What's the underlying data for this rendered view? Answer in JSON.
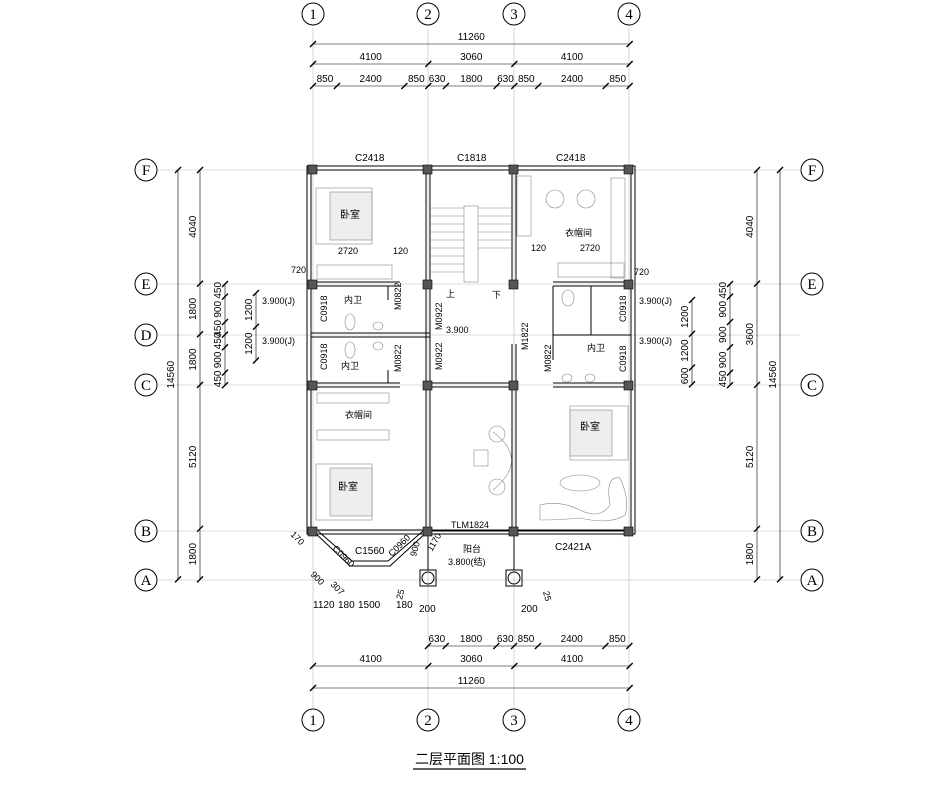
{
  "title": "二层平面图 1:100",
  "axes": {
    "cols": [
      "1",
      "2",
      "3",
      "4"
    ],
    "rows": [
      "F",
      "E",
      "D",
      "C",
      "B",
      "A"
    ]
  },
  "dims": {
    "top_total": [
      11260
    ],
    "top_axes": [
      4100,
      3060,
      4100
    ],
    "top_detail": [
      850,
      2400,
      850,
      630,
      1800,
      630,
      850,
      2400,
      850
    ],
    "bottom_detail": [
      630,
      1800,
      630,
      850,
      2400,
      850
    ],
    "bottom_axes": [
      4100,
      3060,
      4100
    ],
    "bottom_total": [
      11260
    ],
    "left_total": [
      14560
    ],
    "left_axes": [
      4040,
      1800,
      1800,
      5120,
      1800
    ],
    "left_detail": [
      450,
      900,
      450,
      450,
      900,
      450
    ],
    "left_win": [
      1200,
      1200
    ],
    "right_total": [
      14560
    ],
    "right_axes": [
      4040,
      3600,
      5120,
      1800
    ],
    "right_detail": [
      450,
      900,
      900,
      900,
      450
    ],
    "right_win": [
      1200,
      1200,
      600
    ],
    "balcony_bottom": [
      "1120",
      "180",
      "1500",
      "180",
      "200",
      "200"
    ]
  },
  "labels": {
    "c2418": "C2418",
    "c1818": "C1818",
    "c2421a": "C2421A",
    "c1560": "C1560",
    "c0960": "C0960",
    "c0918": "C0918",
    "m0822": "M0822",
    "m0922": "M0922",
    "m1822": "M1822",
    "tlm1824": "TLM1824",
    "bedroom": "卧室",
    "closet": "衣帽间",
    "bath": "内卫",
    "balcony": "阳台",
    "up": "上",
    "down": "下",
    "d2720": "2720",
    "d120": "120",
    "d720": "720",
    "elev_j": "3.900(J)",
    "elev": "3.900",
    "elev_balcony": "3.800(结)",
    "d900": "900",
    "d307": "307",
    "d25": "25",
    "d170": "170",
    "d1170": "1170"
  }
}
